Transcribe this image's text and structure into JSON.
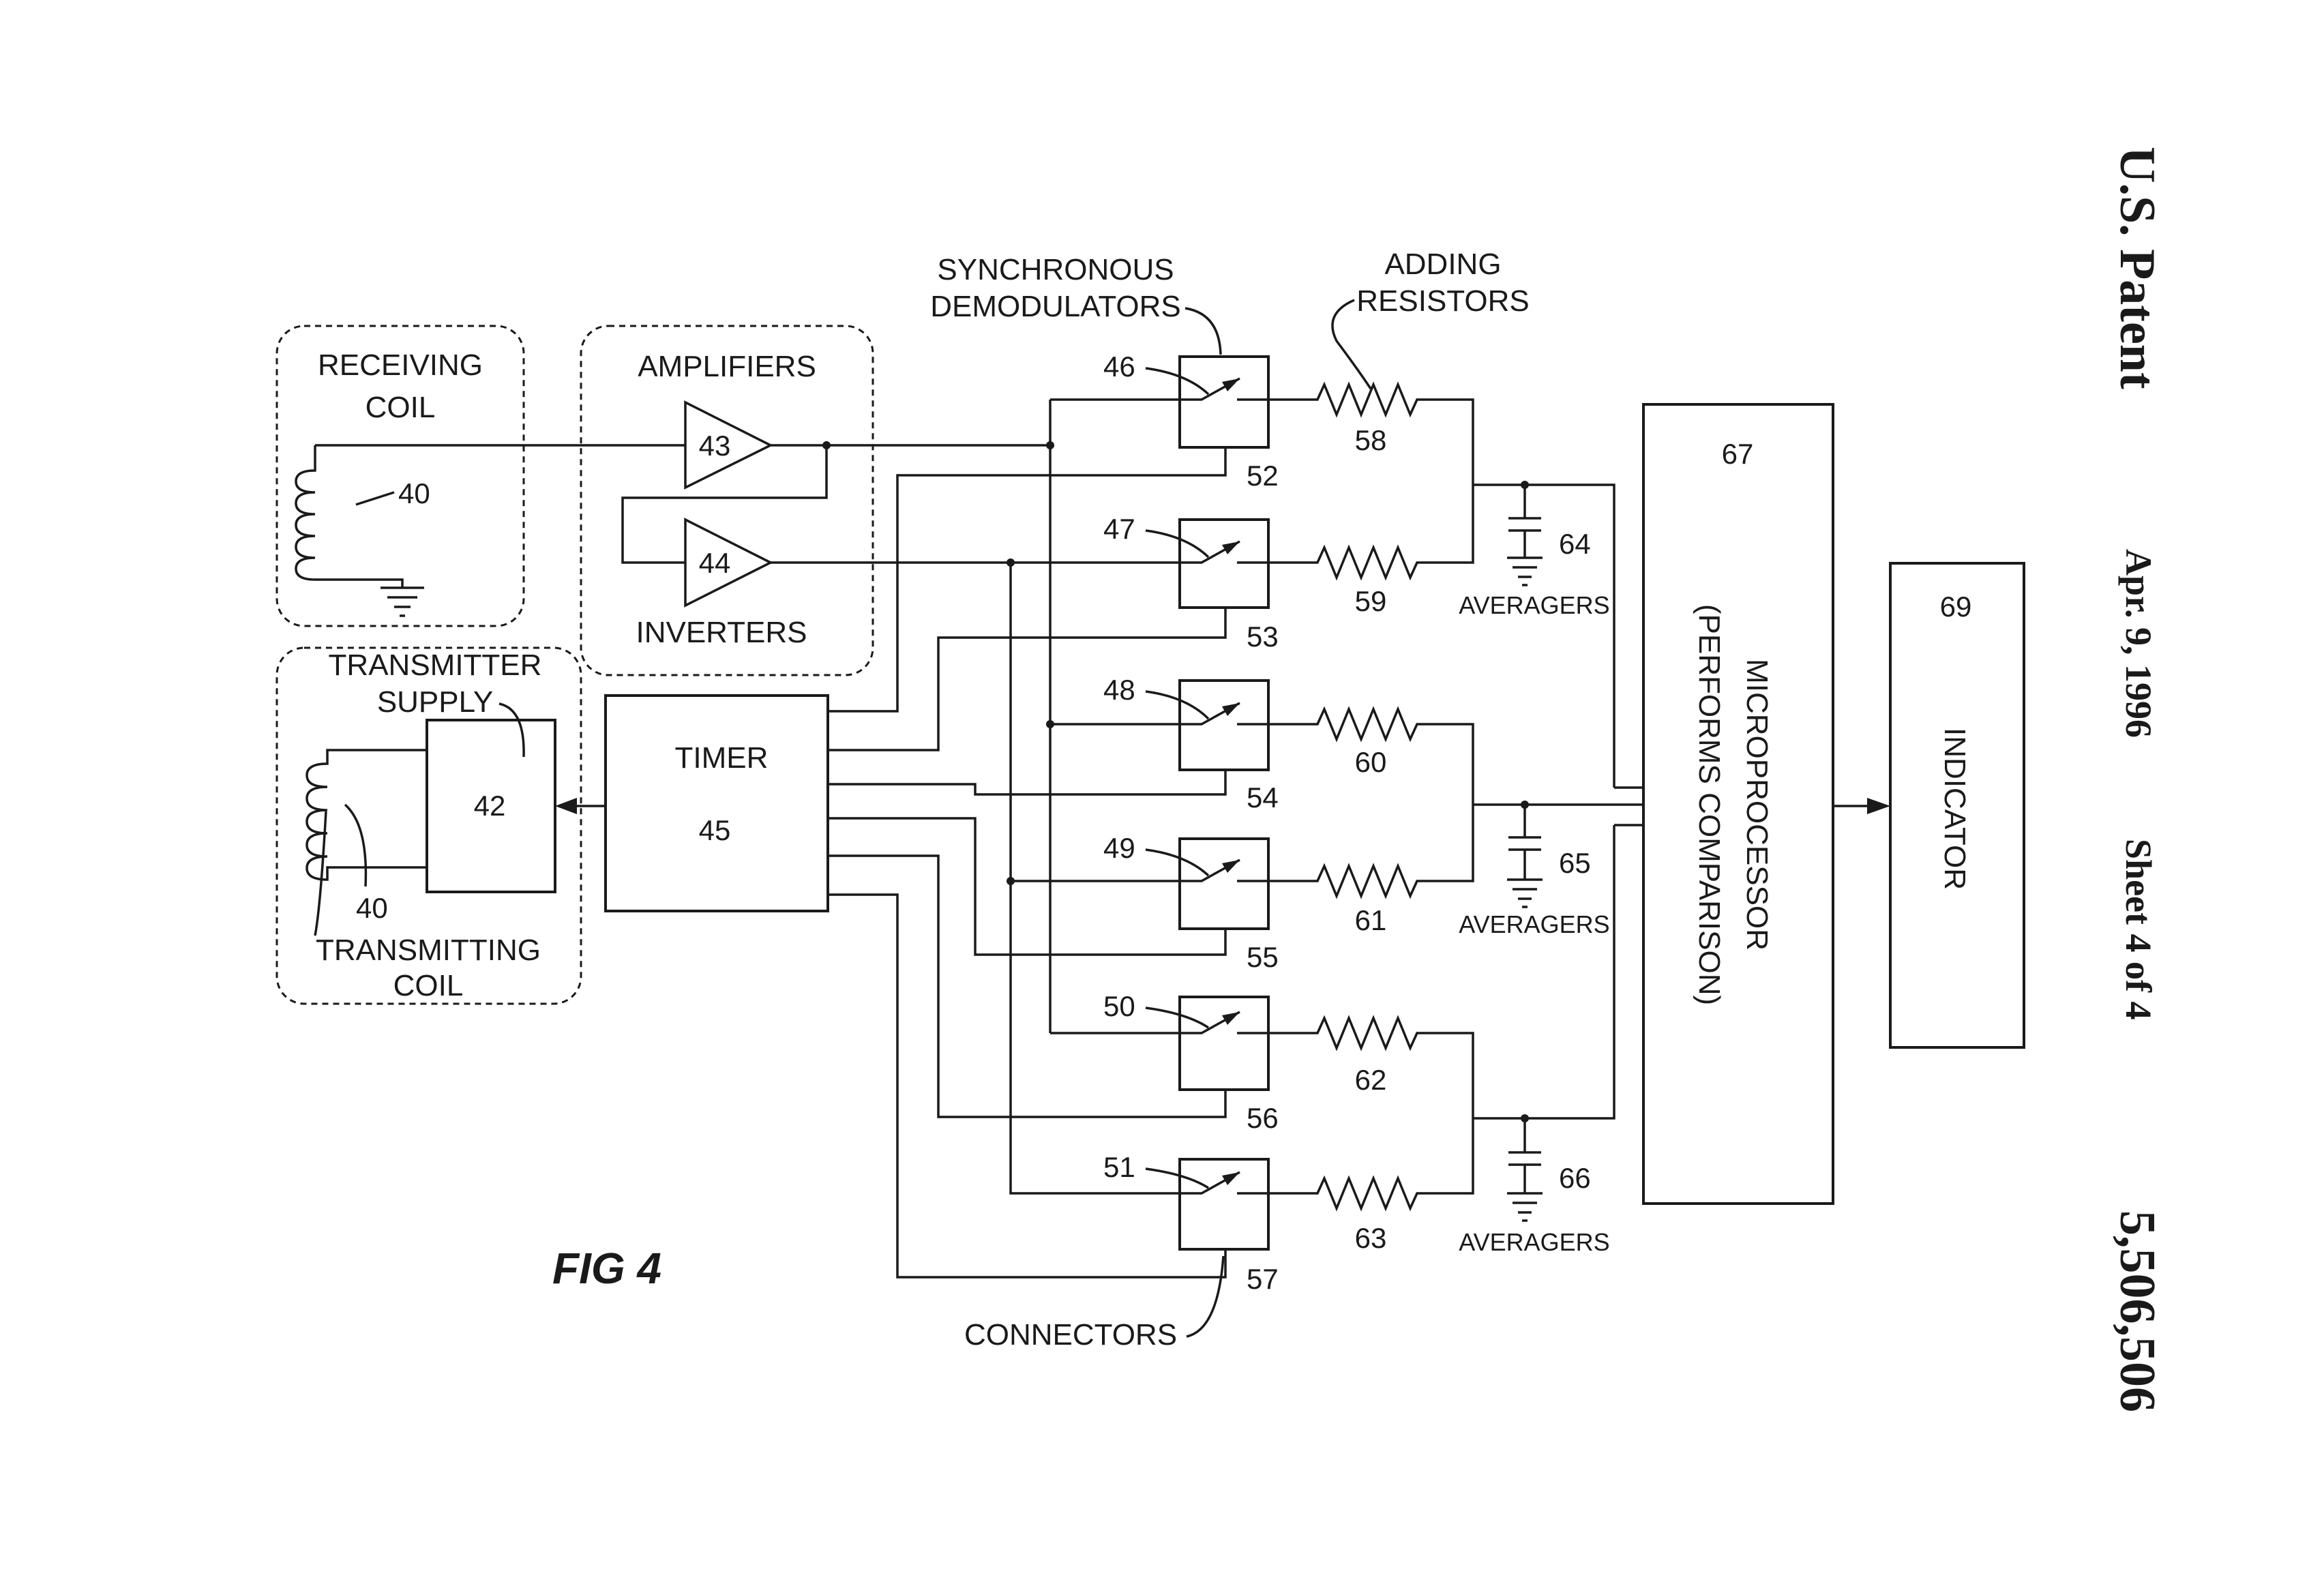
{
  "header": {
    "patent": "U.S. Patent",
    "date": "Apr. 9, 1996",
    "sheet": "Sheet 4 of 4",
    "patent_number": "5,506,506"
  },
  "figure_label": "FIG 4",
  "labels": {
    "receiving_coil": [
      "RECEIVING",
      "COIL"
    ],
    "amplifiers": "AMPLIFIERS",
    "inverters": "INVERTERS",
    "transmitter_supply": [
      "TRANSMITTER",
      "SUPPLY"
    ],
    "transmitting_coil": [
      "TRANSMITTING",
      "COIL"
    ],
    "timer": "TIMER",
    "synchronous_demodulators": [
      "SYNCHRONOUS",
      "DEMODULATORS"
    ],
    "adding_resistors": [
      "ADDING",
      "RESISTORS"
    ],
    "averagers": "AVERAGERS",
    "microprocessor": [
      "MICROPROCESSOR",
      "(PERFORMS COMPARISON)"
    ],
    "indicator": "INDICATOR",
    "connectors": "CONNECTORS"
  },
  "refs": {
    "receiving_coil": "40",
    "transmitting_coil": "40",
    "transmitter_supply": "42",
    "amplifier": "43",
    "inverter": "44",
    "timer": "45",
    "demodulators": [
      "46",
      "47",
      "48",
      "49",
      "50",
      "51"
    ],
    "connectors": [
      "52",
      "53",
      "54",
      "55",
      "56",
      "57"
    ],
    "resistors": [
      "58",
      "59",
      "60",
      "61",
      "62",
      "63"
    ],
    "averagers": [
      "64",
      "65",
      "66"
    ],
    "microprocessor": "67",
    "indicator": "69"
  }
}
